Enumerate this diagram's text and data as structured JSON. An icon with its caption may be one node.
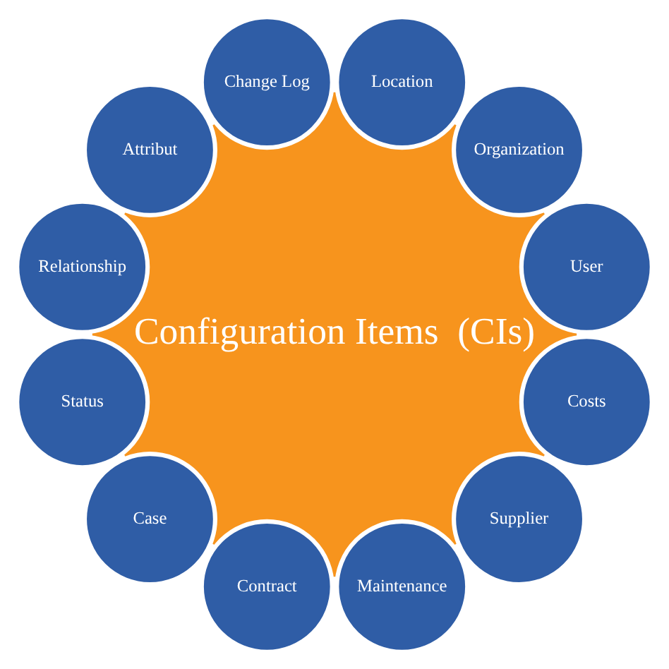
{
  "diagram": {
    "nodes": [
      {
        "text": [
          "Configuration Items  (CIs)"
        ]
      },
      {
        "text": [
          "User"
        ]
      },
      {
        "text": [
          "Organization"
        ]
      },
      {
        "text": [
          "Location"
        ]
      },
      {
        "text": [
          "Change Log"
        ]
      },
      {
        "text": [
          "Attribut"
        ]
      },
      {
        "text": [
          "Relationship"
        ]
      },
      {
        "text": [
          "Status"
        ]
      },
      {
        "text": [
          "Case"
        ]
      },
      {
        "text": [
          "Contract"
        ]
      },
      {
        "text": [
          "Maintenance"
        ]
      },
      {
        "text": [
          "Supplier"
        ]
      },
      {
        "text": [
          "Costs"
        ]
      }
    ],
    "edges": []
  }
}
